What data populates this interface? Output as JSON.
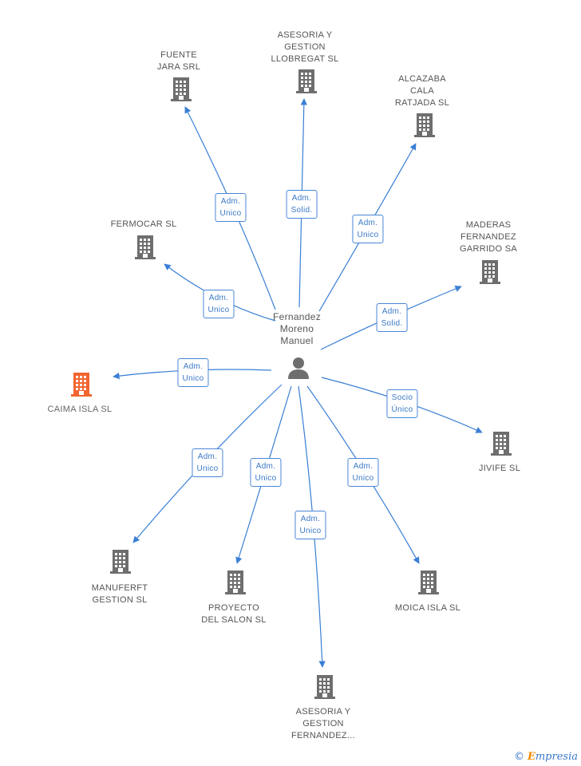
{
  "center": {
    "name": "Fernandez\nMoreno\nManuel"
  },
  "companies": [
    {
      "id": "fuente",
      "name": "FUENTE\nJARA SRL",
      "highlight": false
    },
    {
      "id": "asesoria-llobregat",
      "name": "ASESORIA Y\nGESTION\nLLOBREGAT SL",
      "highlight": false
    },
    {
      "id": "alcazaba",
      "name": "ALCAZABA\nCALA\nRATJADA SL",
      "highlight": false
    },
    {
      "id": "fermocar",
      "name": "FERMOCAR SL",
      "highlight": false
    },
    {
      "id": "maderas",
      "name": "MADERAS\nFERNANDEZ\nGARRIDO SA",
      "highlight": false
    },
    {
      "id": "caima",
      "name": "CAIMA ISLA SL",
      "highlight": true
    },
    {
      "id": "jivife",
      "name": "JIVIFE SL",
      "highlight": false
    },
    {
      "id": "manuferft",
      "name": "MANUFERFT\nGESTION SL",
      "highlight": false
    },
    {
      "id": "proyecto",
      "name": "PROYECTO\nDEL SALON SL",
      "highlight": false
    },
    {
      "id": "asesoria-fernandez",
      "name": "ASESORIA Y\nGESTION\nFERNANDEZ...",
      "highlight": false
    },
    {
      "id": "moica",
      "name": "MOICA ISLA SL",
      "highlight": false
    }
  ],
  "relations": [
    {
      "target": "fuente",
      "label": "Adm.\nUnico"
    },
    {
      "target": "asesoria-llobregat",
      "label": "Adm.\nSolid."
    },
    {
      "target": "alcazaba",
      "label": "Adm.\nUnico"
    },
    {
      "target": "fermocar",
      "label": "Adm.\nUnico"
    },
    {
      "target": "maderas",
      "label": "Adm.\nSolid."
    },
    {
      "target": "caima",
      "label": "Adm.\nUnico"
    },
    {
      "target": "jivife",
      "label": "Socio\nÚnico"
    },
    {
      "target": "manuferft",
      "label": "Adm.\nUnico"
    },
    {
      "target": "proyecto",
      "label": "Adm.\nUnico"
    },
    {
      "target": "asesoria-fernandez",
      "label": "Adm.\nUnico"
    },
    {
      "target": "moica",
      "label": "Adm.\nUnico"
    }
  ],
  "colors": {
    "edge": "#3a7fd5",
    "building": "#6e6e6e",
    "building_highlight": "#f26531",
    "person": "#6e6e6e"
  },
  "footer": {
    "copyright_symbol": "©",
    "brand_first": "E",
    "brand_rest": "mpresia"
  }
}
